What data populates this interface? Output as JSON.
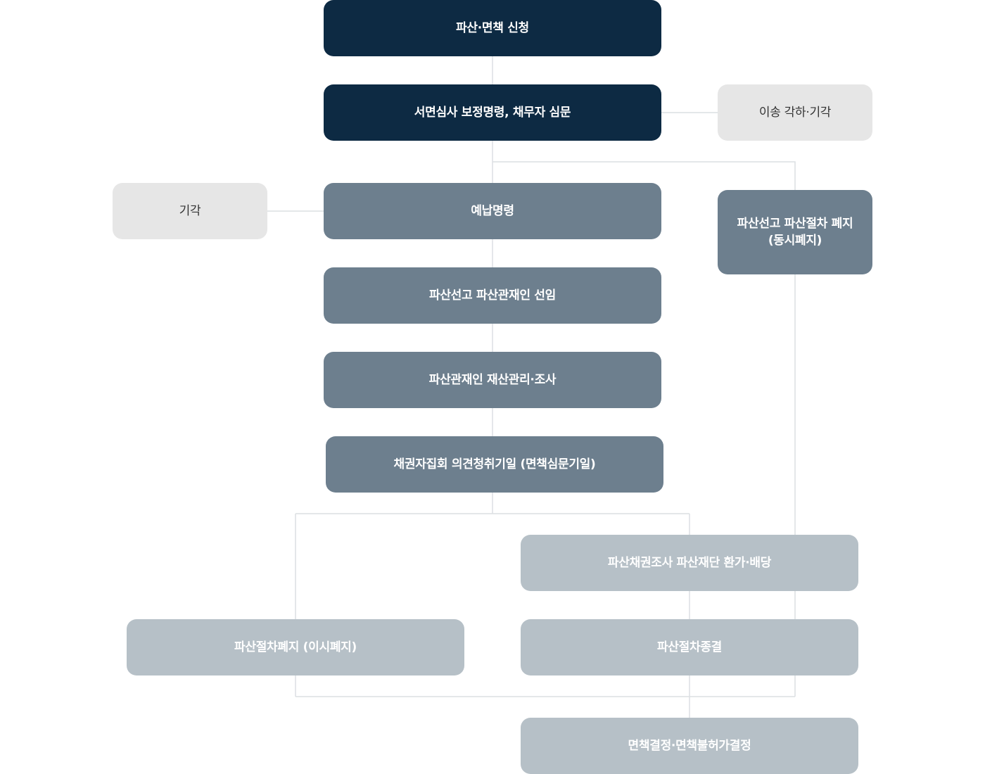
{
  "flow": {
    "application": "파산·면책 신청",
    "review": "서면심사 보정명령, 채무자 심문",
    "transfer_dismiss": "이송 각하·기각",
    "dismiss": "기각",
    "prepayment": "예납명령",
    "simultaneous_abolition": "파산선고 파산절차 폐지\n(동시폐지)",
    "declaration": "파산선고 파산관재인 선임",
    "trustee_management": "파산관재인 재산관리·조사",
    "creditors_meeting": "채권자집회 의견청취기일 (면책심문기일)",
    "claims_investigation": "파산채권조사 파산재단 환가·배당",
    "different_abolition": "파산절차폐지 (이시폐지)",
    "termination": "파산절차종결",
    "discharge_decision": "면책결정·면책불허가결정"
  },
  "colors": {
    "dark": "#0d2a43",
    "mid": "#6d7f8e",
    "light": "#b6c0c7",
    "pale": "#e6e6e6",
    "line": "#dcdfe2"
  }
}
